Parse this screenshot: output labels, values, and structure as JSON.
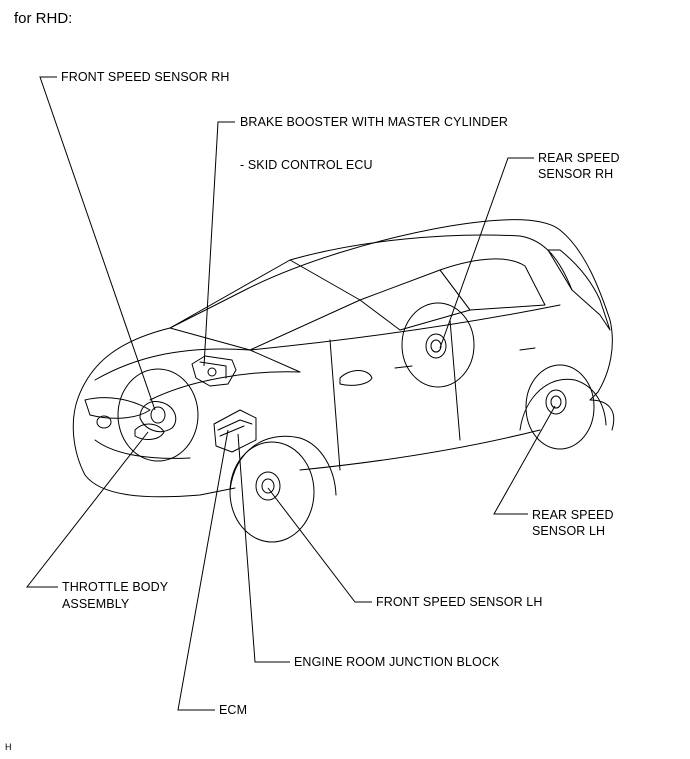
{
  "header": {
    "title": "for RHD:"
  },
  "labels": {
    "front_speed_sensor_rh": "FRONT SPEED SENSOR RH",
    "brake_booster": "BRAKE BOOSTER WITH MASTER CYLINDER",
    "skid_control_ecu": "- SKID CONTROL ECU",
    "rear_speed_sensor_rh_1": "REAR SPEED",
    "rear_speed_sensor_rh_2": "SENSOR RH",
    "rear_speed_sensor_lh_1": "REAR SPEED",
    "rear_speed_sensor_lh_2": "SENSOR LH",
    "throttle_body_1": "THROTTLE BODY",
    "throttle_body_2": "ASSEMBLY",
    "front_speed_sensor_lh": "FRONT SPEED SENSOR LH",
    "engine_room_junction_block": "ENGINE ROOM JUNCTION BLOCK",
    "ecm": "ECM"
  },
  "footer": {
    "code": "H"
  }
}
